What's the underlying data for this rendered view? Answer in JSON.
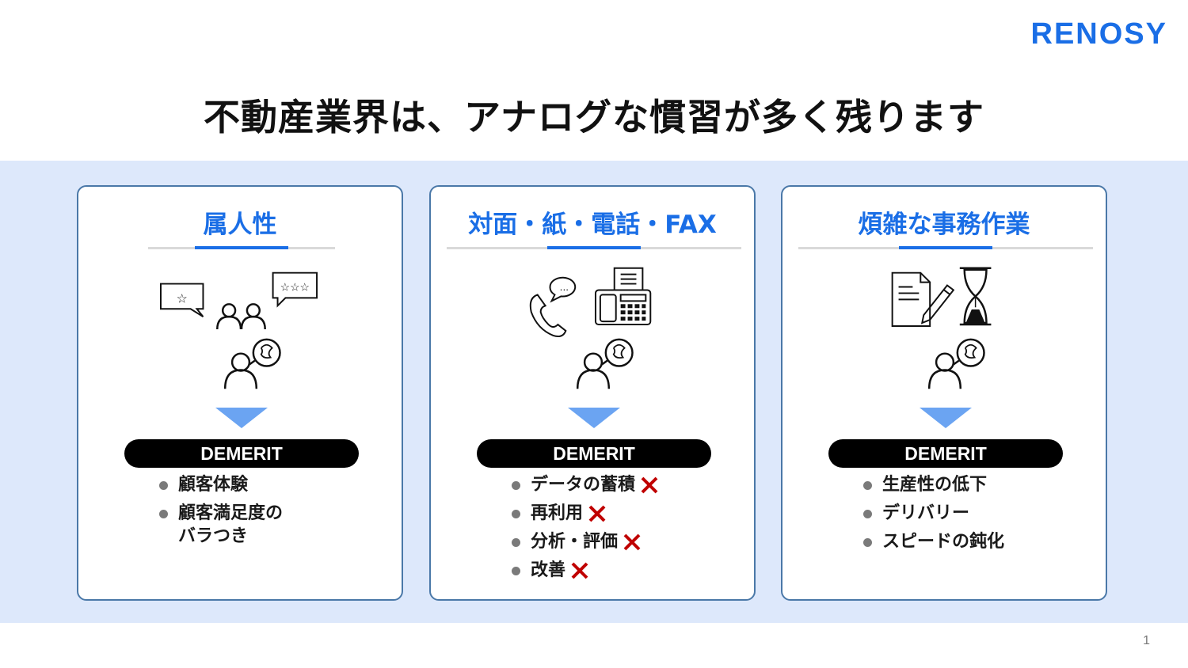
{
  "brand": {
    "logo_text": "RENOSY",
    "accent_color": "#1a6ee6"
  },
  "slide": {
    "title": "不動産業界は、アナログな慣習が多く残ります",
    "page_number": "1"
  },
  "cards": [
    {
      "title": "属人性",
      "icons": [
        "rating-bubble-icon",
        "people-icon",
        "confused-person-icon"
      ],
      "badge": "DEMERIT",
      "items": [
        {
          "text": "顧客体験"
        },
        {
          "text": "顧客満足度の\nバラつき"
        }
      ]
    },
    {
      "title": "対面・紙・電話・FAX",
      "icons": [
        "phone-chat-icon",
        "fax-machine-icon",
        "confused-person-icon"
      ],
      "badge": "DEMERIT",
      "items": [
        {
          "text": "データの蓄積"
        },
        {
          "text": "再利用"
        },
        {
          "text": "分析・評価"
        },
        {
          "text": "改善"
        }
      ]
    },
    {
      "title": "煩雑な事務作業",
      "icons": [
        "document-pen-icon",
        "hourglass-icon",
        "confused-person-icon"
      ],
      "badge": "DEMERIT",
      "items": [
        {
          "text": "生産性の低下"
        },
        {
          "text": "デリバリー"
        },
        {
          "text": "スピードの鈍化"
        }
      ]
    }
  ],
  "colors": {
    "band": "#dde8fb",
    "arrow": "#6ba4f2",
    "x_mark": "#c00000"
  }
}
